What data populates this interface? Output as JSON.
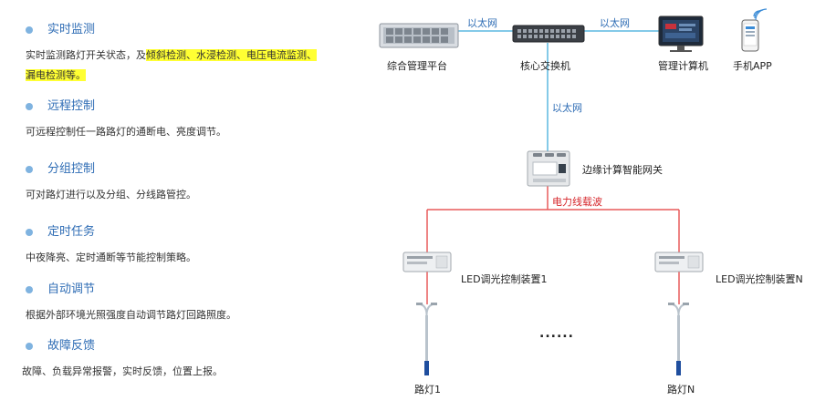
{
  "features": [
    {
      "title": "实时监测",
      "desc_plain": "实时监测路灯开关状态，及",
      "desc_hl": "倾斜检测、水浸检测、电压电流监测、漏电检测等。"
    },
    {
      "title": "远程控制",
      "desc_plain": "可远程控制任一路路灯的通断电、亮度调节。",
      "desc_hl": ""
    },
    {
      "title": "分组控制",
      "desc_plain": "可对路灯进行以及分组、分线路管控。",
      "desc_hl": ""
    },
    {
      "title": "定时任务",
      "desc_plain": "中夜降亮、定时通断等节能控制策略。",
      "desc_hl": ""
    },
    {
      "title": "自动调节",
      "desc_plain": "根据外部环境光照强度自动调节路灯回路照度。",
      "desc_hl": ""
    },
    {
      "title": "故障反馈",
      "desc_plain": "故障、负载异常报警，实时反馈，位置上报。",
      "desc_hl": ""
    }
  ],
  "diagram": {
    "server": "综合管理平台",
    "switch": "核心交换机",
    "pc": "管理计算机",
    "phone": "手机APP",
    "ethernet_1": "以太网",
    "ethernet_2": "以太网",
    "ethernet_3": "以太网",
    "gateway": "边缘计算智能网关",
    "plc": "电力线载波",
    "controller_1": "LED调光控制装置1",
    "controller_n": "LED调光控制装置N",
    "ellipsis": "......",
    "lamp_1": "路灯1",
    "lamp_n": "路灯N"
  },
  "colors": {
    "ethernet": "#5bb8e0",
    "power_line": "#e85a5a",
    "title_blue": "#2f6db5",
    "highlight": "#ffff33"
  }
}
